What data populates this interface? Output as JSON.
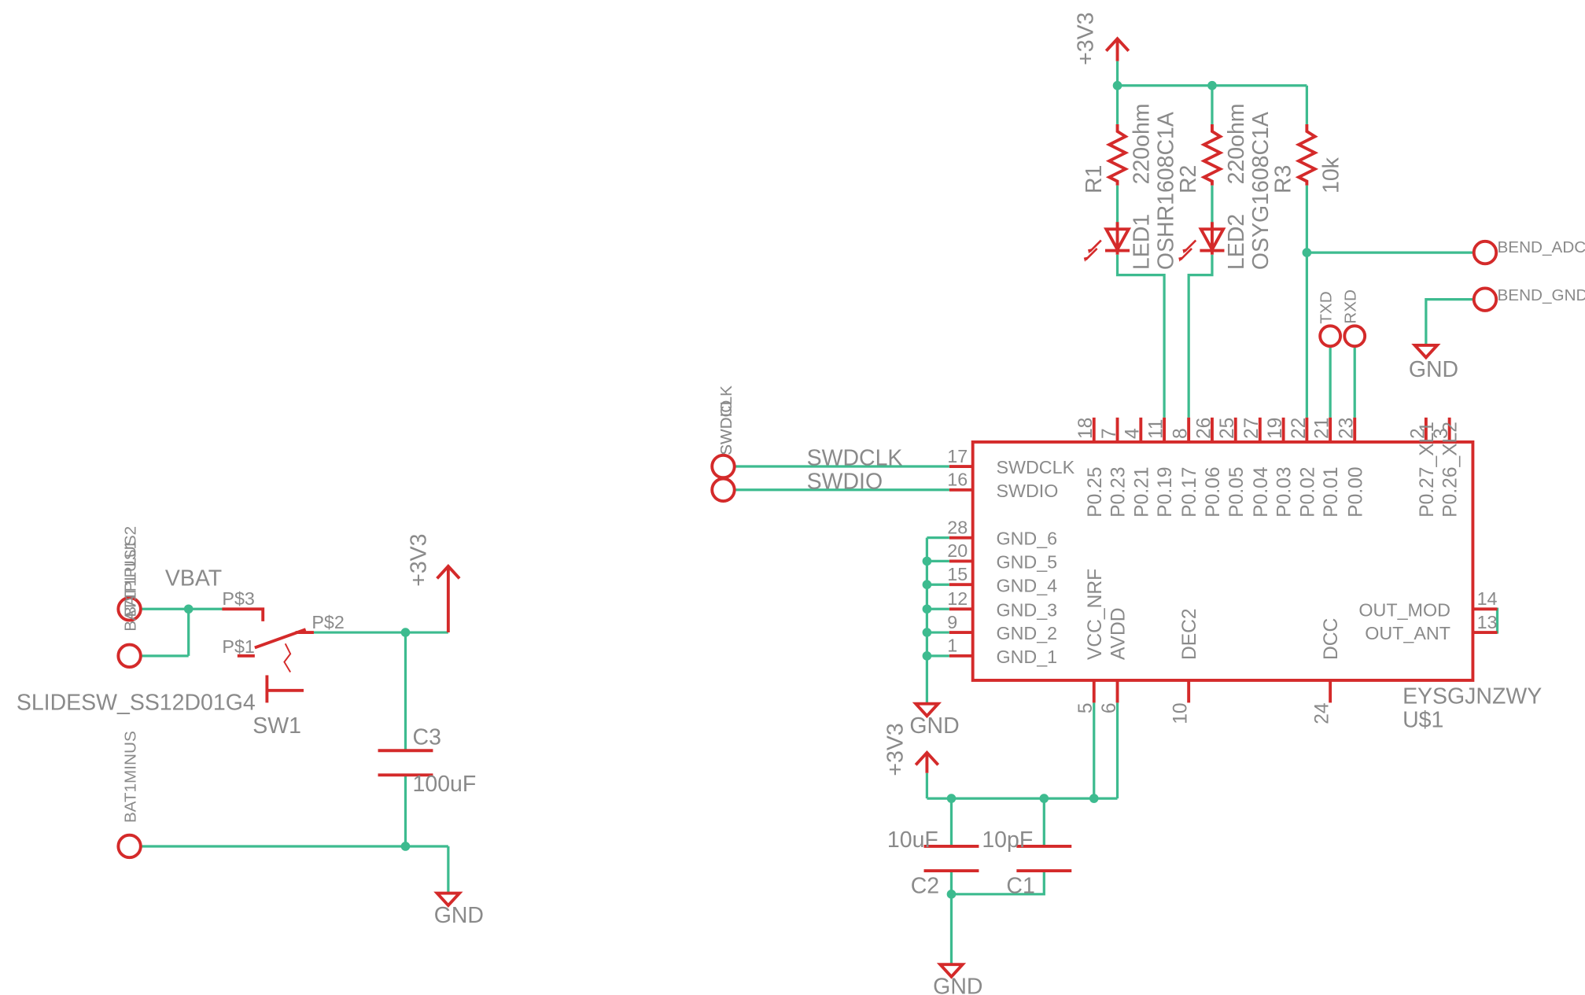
{
  "rails": {
    "v3_top": "+3V3",
    "v3_batt": "+3V3",
    "v3_mcu": "+3V3",
    "gnd_batt": "GND",
    "gnd_mcu": "GND",
    "gnd_caps": "GND",
    "gnd_bend": "GND"
  },
  "battery": {
    "plus_label": "BAT1PLUS2",
    "plus_overlap": "BAT1PLUS1",
    "minus_label": "BAT1MINUS",
    "net_label": "VBAT"
  },
  "switch": {
    "name": "SW1",
    "value": "SLIDESW_SS12D01G4",
    "p1": "P$1",
    "p2": "P$2",
    "p3": "P$3"
  },
  "c3": {
    "name": "C3",
    "value": "100uF"
  },
  "c2": {
    "name": "C2",
    "value": "10uF"
  },
  "c1": {
    "name": "C1",
    "value": "10pF"
  },
  "r1": {
    "name": "R1",
    "value": "220ohm"
  },
  "r2": {
    "name": "R2",
    "value": "220ohm"
  },
  "r3": {
    "name": "R3",
    "value": "10k"
  },
  "led1": {
    "name": "LED1",
    "value": "OSHR1608C1A"
  },
  "led2": {
    "name": "LED2",
    "value": "OSYG1608C1A"
  },
  "connectors": {
    "bend_adc": "BEND_ADC",
    "bend_gnd": "BEND_GND",
    "txd": "TXD",
    "rxd": "RXD",
    "swdclk_pad": "SWDCLK",
    "swdio_pad": "SWDIO"
  },
  "nets": {
    "swdclk": "SWDCLK",
    "swdio": "SWDIO"
  },
  "mcu": {
    "value": "EYSGJNZWY",
    "name": "U$1",
    "top_pins": [
      {
        "num": "18",
        "name": "P0.25"
      },
      {
        "num": "7",
        "name": "P0.23"
      },
      {
        "num": "4",
        "name": "P0.21"
      },
      {
        "num": "11",
        "name": "P0.19"
      },
      {
        "num": "8",
        "name": "P0.17"
      },
      {
        "num": "26",
        "name": "P0.06"
      },
      {
        "num": "25",
        "name": "P0.05"
      },
      {
        "num": "27",
        "name": "P0.04"
      },
      {
        "num": "19",
        "name": "P0.03"
      },
      {
        "num": "22",
        "name": "P0.02"
      },
      {
        "num": "21",
        "name": "P0.01"
      },
      {
        "num": "23",
        "name": "P0.00"
      },
      {
        "num": "2",
        "name": "P0.27_XL1"
      },
      {
        "num": "3",
        "name": "P0.26_XL2"
      }
    ],
    "left_pins": [
      {
        "num": "17",
        "name": "SWDCLK"
      },
      {
        "num": "16",
        "name": "SWDIO"
      },
      {
        "num": "28",
        "name": "GND_6"
      },
      {
        "num": "20",
        "name": "GND_5"
      },
      {
        "num": "15",
        "name": "GND_4"
      },
      {
        "num": "12",
        "name": "GND_3"
      },
      {
        "num": "9",
        "name": "GND_2"
      },
      {
        "num": "1",
        "name": "GND_1"
      }
    ],
    "right_pins": [
      {
        "num": "14",
        "name": "OUT_MOD"
      },
      {
        "num": "13",
        "name": "OUT_ANT"
      }
    ],
    "bottom_pins": [
      {
        "num": "5",
        "name": "VCC_NRF"
      },
      {
        "num": "6",
        "name": "AVDD"
      },
      {
        "num": "10",
        "name": "DEC2"
      },
      {
        "num": "24",
        "name": "DCC"
      }
    ]
  }
}
